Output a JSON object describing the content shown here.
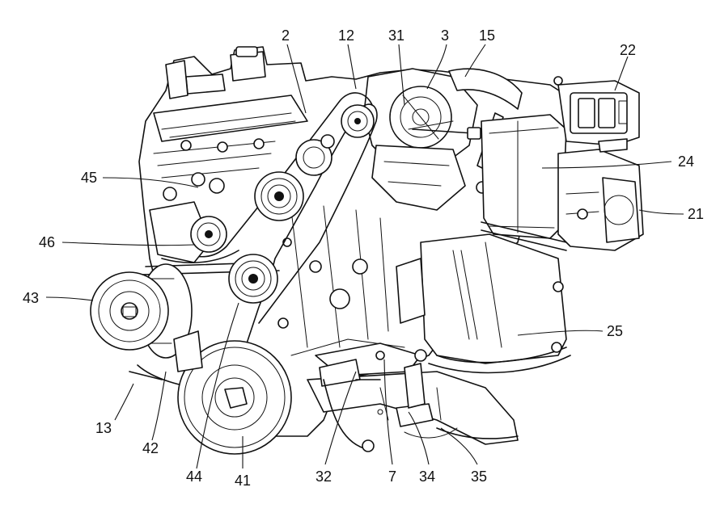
{
  "labels": [
    {
      "id": "2",
      "text": "2"
    },
    {
      "id": "12",
      "text": "12"
    },
    {
      "id": "31",
      "text": "31"
    },
    {
      "id": "3",
      "text": "3"
    },
    {
      "id": "15",
      "text": "15"
    },
    {
      "id": "22",
      "text": "22"
    },
    {
      "id": "24",
      "text": "24"
    },
    {
      "id": "21",
      "text": "21"
    },
    {
      "id": "25",
      "text": "25"
    },
    {
      "id": "45",
      "text": "45"
    },
    {
      "id": "46",
      "text": "46"
    },
    {
      "id": "43",
      "text": "43"
    },
    {
      "id": "13",
      "text": "13"
    },
    {
      "id": "42",
      "text": "42"
    },
    {
      "id": "44",
      "text": "44"
    },
    {
      "id": "41",
      "text": "41"
    },
    {
      "id": "32",
      "text": "32"
    },
    {
      "id": "7",
      "text": "7"
    },
    {
      "id": "34",
      "text": "34"
    },
    {
      "id": "35",
      "text": "35"
    }
  ]
}
